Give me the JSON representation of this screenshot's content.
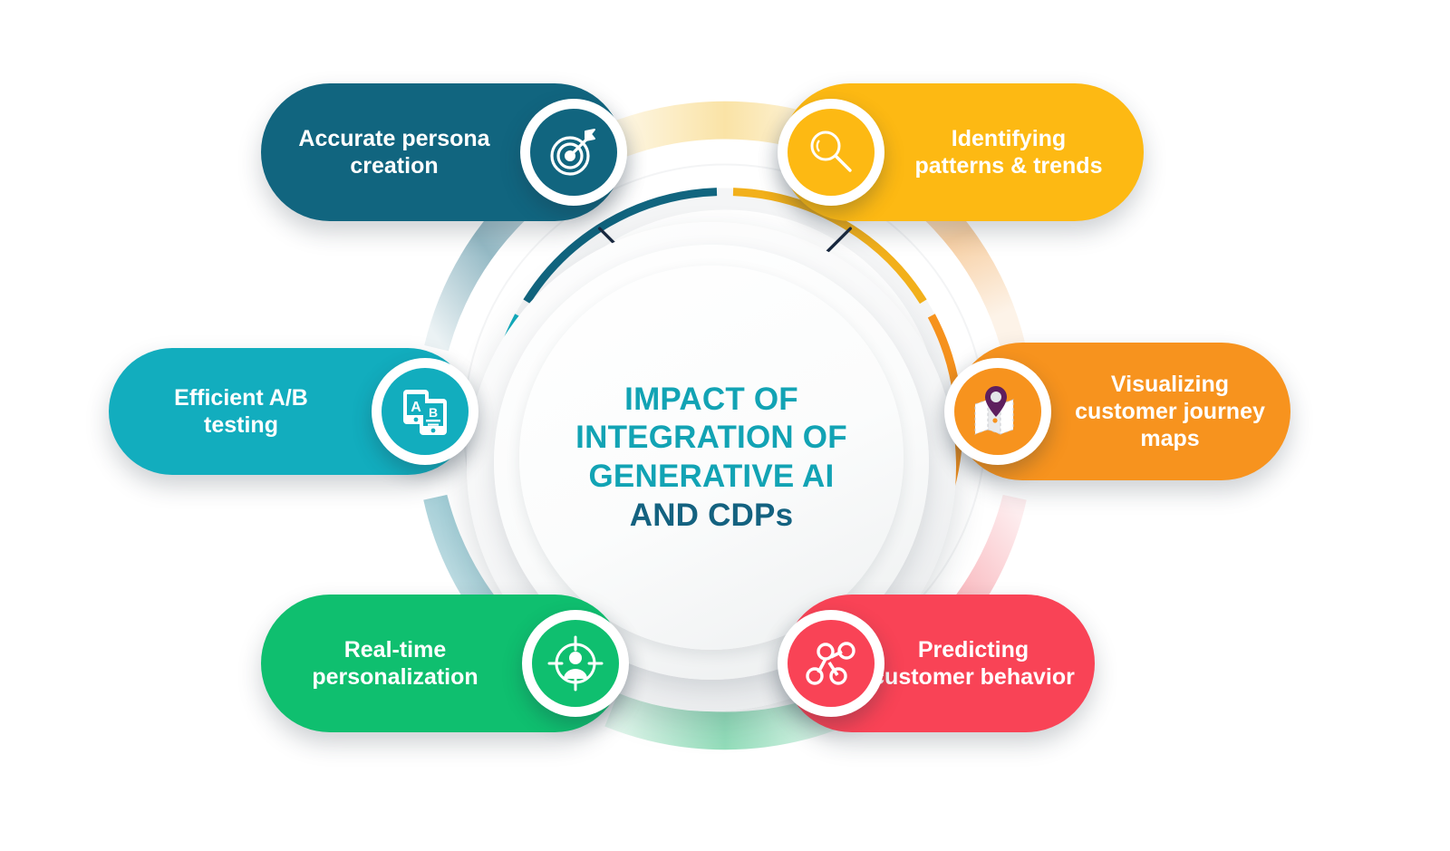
{
  "center": {
    "line1": "IMPACT OF",
    "line2": "INTEGRATION OF",
    "line3": "GENERATIVE AI",
    "line4": "AND CDPs",
    "accent_color": "#12A3B4",
    "accent_color_dark": "#146280"
  },
  "nodes": [
    {
      "id": "accurate-persona-creation",
      "label": "Accurate persona\ncreation",
      "color": "#11657F",
      "arc_color": "#11657F",
      "band_color": "#8FB6C2",
      "icon": "target-arrow-icon",
      "position": "top-left"
    },
    {
      "id": "identifying-patterns-trends",
      "label": "Identifying\npatterns & trends",
      "color": "#FDB913",
      "arc_color": "#F2B01B",
      "band_color": "#FAE3A6",
      "icon": "magnifier-icon",
      "position": "top-right"
    },
    {
      "id": "efficient-ab-testing",
      "label": "Efficient A/B\ntesting",
      "color": "#12ADBE",
      "arc_color": "#12ADBE",
      "band_color": "#9FCBD4",
      "icon": "ab-testing-devices-icon",
      "position": "middle-left"
    },
    {
      "id": "visualizing-customer-journey-maps",
      "label": "Visualizing\ncustomer journey\nmaps",
      "color": "#F7931E",
      "arc_color": "#F7931E",
      "band_color": "#F7CFA3",
      "icon": "map-pin-icon",
      "position": "middle-right"
    },
    {
      "id": "real-time-personalization",
      "label": "Real-time\npersonalization",
      "color": "#0FBF6F",
      "arc_color": "#0FBF6F",
      "band_color": "#92DDBA",
      "icon": "person-crosshair-icon",
      "position": "bottom-left"
    },
    {
      "id": "predicting-customer-behavior",
      "label": "Predicting\ncustomer behavior",
      "color": "#F94356",
      "arc_color": "#F94356",
      "band_color": "#F9B7BD",
      "icon": "network-nodes-icon",
      "position": "bottom-right"
    }
  ],
  "ring": {
    "tick_color": "#1B2A41",
    "segments": 6
  }
}
